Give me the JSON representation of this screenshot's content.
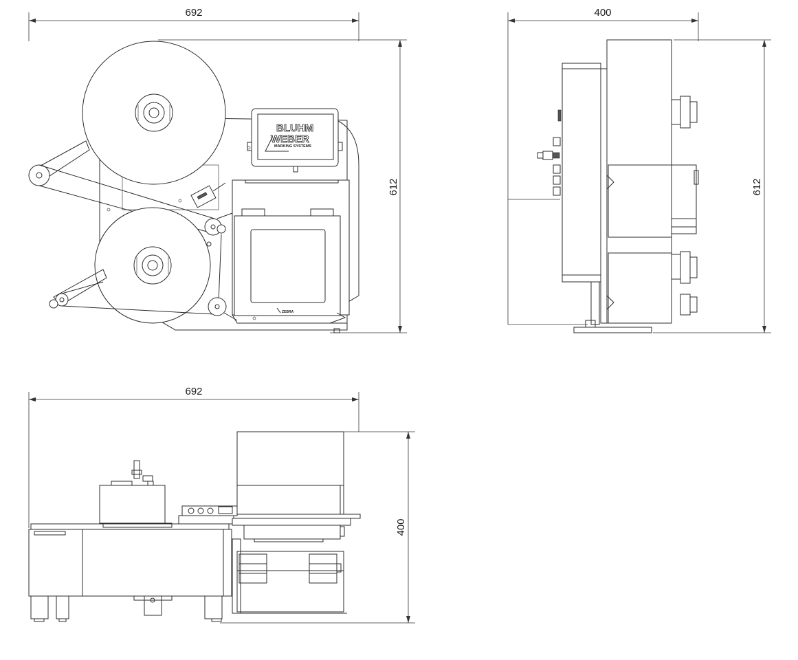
{
  "front_view": {
    "width_dim": "692",
    "height_dim": "612",
    "logo": {
      "line1": "BLUHM",
      "line2": "WEBER",
      "line3": "MARKING SYSTEMS"
    },
    "printer_label": "ZEBRA"
  },
  "side_view": {
    "width_dim": "400",
    "height_dim": "612"
  },
  "top_view": {
    "width_dim": "692",
    "height_dim": "400"
  }
}
